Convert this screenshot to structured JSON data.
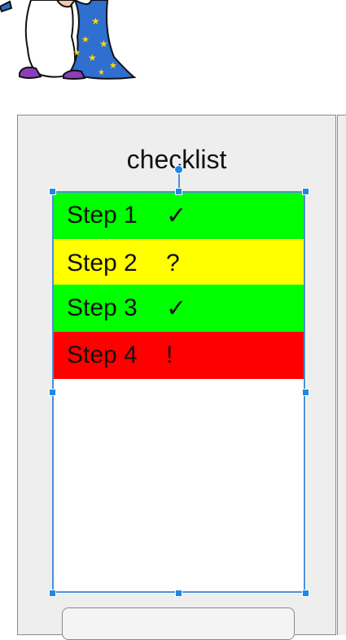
{
  "panel": {
    "title": "checklist"
  },
  "checklist": {
    "items": [
      {
        "label": "Step 1",
        "mark": "✓",
        "color": "#00ff00"
      },
      {
        "label": "Step 2",
        "mark": "?",
        "color": "#ffff00"
      },
      {
        "label": "Step 3",
        "mark": "✓",
        "color": "#00ff00"
      },
      {
        "label": "Step 4",
        "mark": "!",
        "color": "#ff0000"
      }
    ]
  },
  "colors": {
    "selection": "#1e88e5",
    "panel_bg": "#eeeeee"
  }
}
